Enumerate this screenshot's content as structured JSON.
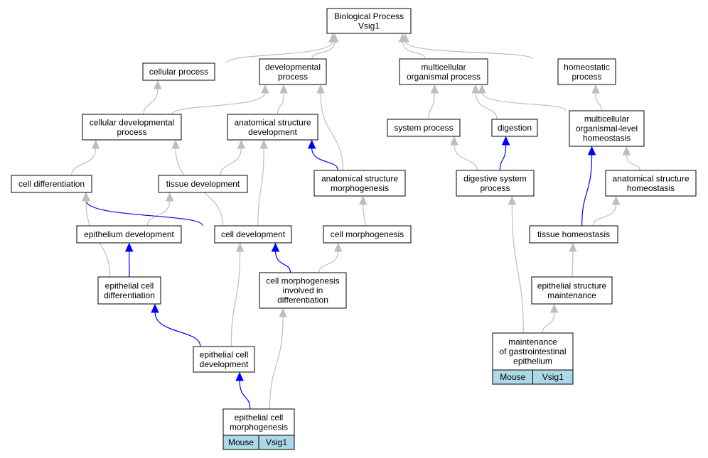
{
  "graph": {
    "colors": {
      "regulates": "#0000ff",
      "is_a": "#bebebe",
      "label_cell": "#add8e6"
    },
    "nodes": [
      {
        "id": "root",
        "lines": [
          "Biological Process",
          "Vsig1"
        ]
      },
      {
        "id": "cellular_process",
        "lines": [
          "cellular process"
        ]
      },
      {
        "id": "developmental_process",
        "lines": [
          "developmental",
          "process"
        ]
      },
      {
        "id": "multicellular_organismal_process",
        "lines": [
          "multicellular",
          "organismal process"
        ]
      },
      {
        "id": "homeostatic_process",
        "lines": [
          "homeostatic",
          "process"
        ]
      },
      {
        "id": "cellular_developmental_process",
        "lines": [
          "cellular developmental",
          "process"
        ]
      },
      {
        "id": "anatomical_structure_development",
        "lines": [
          "anatomical structure",
          "development"
        ]
      },
      {
        "id": "system_process",
        "lines": [
          "system process"
        ]
      },
      {
        "id": "digestion",
        "lines": [
          "digestion"
        ]
      },
      {
        "id": "multicellular_organismal_level_homeostasis",
        "lines": [
          "multicellular",
          "organismal-level",
          "homeostasis"
        ]
      },
      {
        "id": "cell_differentiation",
        "lines": [
          "cell differentiation"
        ]
      },
      {
        "id": "tissue_development",
        "lines": [
          "tissue development"
        ]
      },
      {
        "id": "anatomical_structure_morphogenesis",
        "lines": [
          "anatomical structure",
          "morphogenesis"
        ]
      },
      {
        "id": "digestive_system_process",
        "lines": [
          "digestive system",
          "process"
        ]
      },
      {
        "id": "anatomical_structure_homeostasis",
        "lines": [
          "anatomical structure",
          "homeostasis"
        ]
      },
      {
        "id": "epithelium_development",
        "lines": [
          "epithelium development"
        ]
      },
      {
        "id": "cell_development",
        "lines": [
          "cell development"
        ]
      },
      {
        "id": "cell_morphogenesis",
        "lines": [
          "cell morphogenesis"
        ]
      },
      {
        "id": "tissue_homeostasis",
        "lines": [
          "tissue homeostasis"
        ]
      },
      {
        "id": "epithelial_cell_differentiation",
        "lines": [
          "epithelial cell",
          "differentiation"
        ]
      },
      {
        "id": "cell_morphogenesis_involved_in_differentiation",
        "lines": [
          "cell morphogenesis",
          "involved in",
          "differentiation"
        ]
      },
      {
        "id": "epithelial_structure_maintenance",
        "lines": [
          "epithelial structure",
          "maintenance"
        ]
      },
      {
        "id": "maintenance_of_gastrointestinal_epithelium",
        "lines": [
          "maintenance",
          "of gastrointestinal",
          "epithelium"
        ],
        "labels": [
          "Mouse",
          "Vsig1"
        ]
      },
      {
        "id": "epithelial_cell_development",
        "lines": [
          "epithelial cell",
          "development"
        ]
      },
      {
        "id": "epithelial_cell_morphogenesis",
        "lines": [
          "epithelial cell",
          "morphogenesis"
        ],
        "labels": [
          "Mouse",
          "Vsig1"
        ]
      }
    ],
    "edges": [
      {
        "from": "cellular_process",
        "to": "root",
        "type": "is_a"
      },
      {
        "from": "developmental_process",
        "to": "root",
        "type": "is_a"
      },
      {
        "from": "multicellular_organismal_process",
        "to": "root",
        "type": "is_a"
      },
      {
        "from": "homeostatic_process",
        "to": "root",
        "type": "is_a"
      },
      {
        "from": "cellular_developmental_process",
        "to": "cellular_process",
        "type": "is_a"
      },
      {
        "from": "cellular_developmental_process",
        "to": "developmental_process",
        "type": "is_a"
      },
      {
        "from": "anatomical_structure_development",
        "to": "developmental_process",
        "type": "is_a"
      },
      {
        "from": "anatomical_structure_morphogenesis",
        "to": "developmental_process",
        "type": "is_a"
      },
      {
        "from": "system_process",
        "to": "multicellular_organismal_process",
        "type": "is_a"
      },
      {
        "from": "digestion",
        "to": "multicellular_organismal_process",
        "type": "is_a"
      },
      {
        "from": "multicellular_organismal_level_homeostasis",
        "to": "multicellular_organismal_process",
        "type": "is_a"
      },
      {
        "from": "multicellular_organismal_level_homeostasis",
        "to": "homeostatic_process",
        "type": "is_a"
      },
      {
        "from": "cell_differentiation",
        "to": "cellular_developmental_process",
        "type": "is_a"
      },
      {
        "from": "tissue_development",
        "to": "anatomical_structure_development",
        "type": "is_a"
      },
      {
        "from": "anatomical_structure_morphogenesis",
        "to": "anatomical_structure_development",
        "type": "regulates"
      },
      {
        "from": "digestive_system_process",
        "to": "system_process",
        "type": "is_a"
      },
      {
        "from": "digestive_system_process",
        "to": "digestion",
        "type": "regulates"
      },
      {
        "from": "anatomical_structure_homeostasis",
        "to": "multicellular_organismal_level_homeostasis",
        "type": "is_a"
      },
      {
        "from": "epithelium_development",
        "to": "tissue_development",
        "type": "is_a"
      },
      {
        "from": "cell_development",
        "to": "cell_differentiation",
        "type": "regulates"
      },
      {
        "from": "cell_development",
        "to": "cellular_developmental_process",
        "type": "is_a"
      },
      {
        "from": "cell_development",
        "to": "anatomical_structure_development",
        "type": "is_a"
      },
      {
        "from": "cell_morphogenesis",
        "to": "anatomical_structure_morphogenesis",
        "type": "is_a"
      },
      {
        "from": "tissue_homeostasis",
        "to": "multicellular_organismal_level_homeostasis",
        "type": "regulates"
      },
      {
        "from": "tissue_homeostasis",
        "to": "anatomical_structure_homeostasis",
        "type": "is_a"
      },
      {
        "from": "epithelial_cell_differentiation",
        "to": "cell_differentiation",
        "type": "is_a"
      },
      {
        "from": "epithelial_cell_differentiation",
        "to": "epithelium_development",
        "type": "regulates"
      },
      {
        "from": "cell_morphogenesis_involved_in_differentiation",
        "to": "cell_development",
        "type": "regulates"
      },
      {
        "from": "cell_morphogenesis_involved_in_differentiation",
        "to": "cell_morphogenesis",
        "type": "is_a"
      },
      {
        "from": "epithelial_structure_maintenance",
        "to": "tissue_homeostasis",
        "type": "is_a"
      },
      {
        "from": "maintenance_of_gastrointestinal_epithelium",
        "to": "digestive_system_process",
        "type": "is_a"
      },
      {
        "from": "maintenance_of_gastrointestinal_epithelium",
        "to": "epithelial_structure_maintenance",
        "type": "is_a"
      },
      {
        "from": "epithelial_cell_development",
        "to": "epithelial_cell_differentiation",
        "type": "regulates"
      },
      {
        "from": "epithelial_cell_development",
        "to": "cell_development",
        "type": "is_a"
      },
      {
        "from": "epithelial_cell_morphogenesis",
        "to": "epithelial_cell_development",
        "type": "regulates"
      },
      {
        "from": "epithelial_cell_morphogenesis",
        "to": "cell_morphogenesis_involved_in_differentiation",
        "type": "is_a"
      }
    ]
  }
}
